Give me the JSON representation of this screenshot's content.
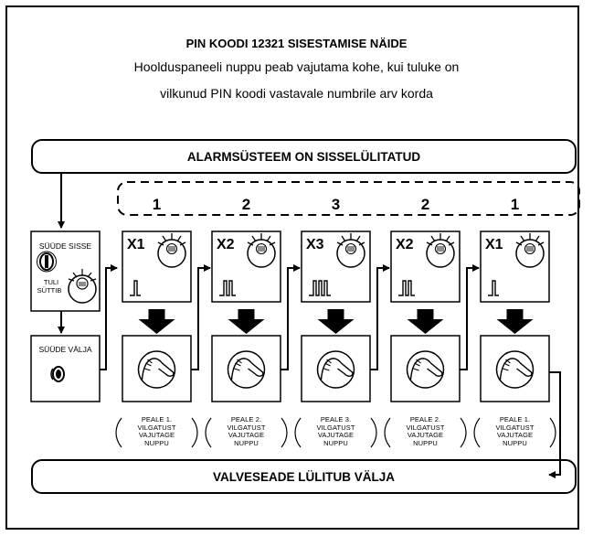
{
  "title": "PIN KOODI 12321 SISESTAMISE NÄIDE",
  "subtitle_line1": "Hoolduspaneeli nuppu peab vajutama kohe, kui tuluke on",
  "subtitle_line2": "vilkunud PIN koodi vastavale numbrile arv korda",
  "top_banner": "ALARMSÜSTEEM ON SISSELÜLITATUD",
  "bottom_banner": "VALVESEADE LÜLITUB VÄLJA",
  "ignition_on": {
    "label": "SÜÜDE SISSE",
    "light_label_1": "TULI",
    "light_label_2": "SÜTTIB"
  },
  "ignition_off": {
    "label": "SÜÜDE VÄLJA"
  },
  "steps": [
    {
      "digit": "1",
      "multiplier": "X1",
      "blinks": 1,
      "caption": [
        "PEALE 1.",
        "VILGATUST",
        "VAJUTAGE",
        "NUPPU"
      ]
    },
    {
      "digit": "2",
      "multiplier": "X2",
      "blinks": 2,
      "caption": [
        "PEALE 2.",
        "VILGATUST",
        "VAJUTAGE",
        "NUPPU"
      ]
    },
    {
      "digit": "3",
      "multiplier": "X3",
      "blinks": 3,
      "caption": [
        "PEALE 3.",
        "VILGATUST",
        "VAJUTAGE",
        "NUPPU"
      ]
    },
    {
      "digit": "2",
      "multiplier": "X2",
      "blinks": 2,
      "caption": [
        "PEALE 2.",
        "VILGATUST",
        "VAJUTAGE",
        "NUPPU"
      ]
    },
    {
      "digit": "1",
      "multiplier": "X1",
      "blinks": 1,
      "caption": [
        "PEALE 1.",
        "VILGATUST",
        "VAJUTAGE",
        "NUPPU"
      ]
    }
  ],
  "colors": {
    "ink": "#000000",
    "background": "#ffffff"
  }
}
